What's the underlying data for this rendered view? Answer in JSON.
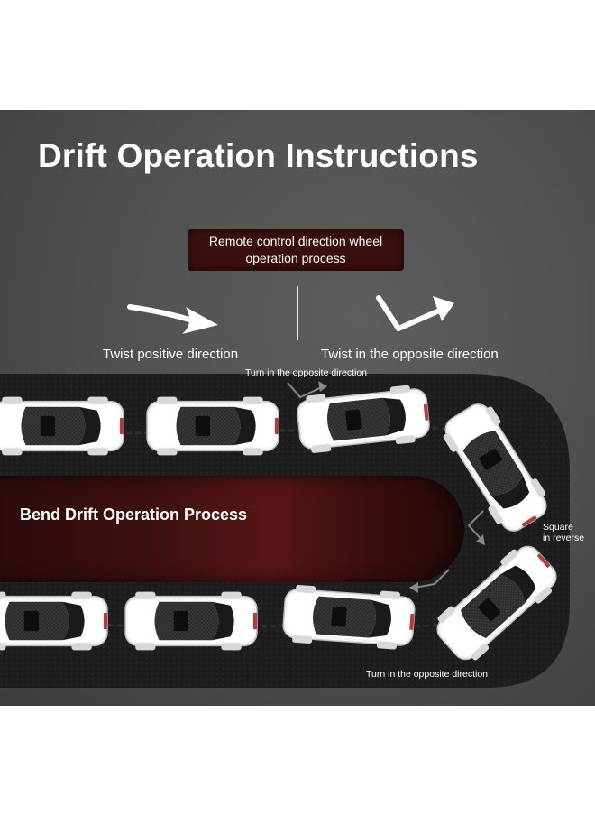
{
  "title": "Drift Operation Instructions",
  "remote_label": {
    "line1": "Remote control direction wheel",
    "line2": "operation process"
  },
  "twist_positive": "Twist positive direction",
  "twist_opposite": "Twist in the opposite direction",
  "turn_opposite_top": "Turn in the opposite direction",
  "center_label": "Bend Drift Operation Process",
  "square_reverse": {
    "line1": "Square",
    "line2": "in reverse"
  },
  "turn_opposite_bottom": "Turn in the opposite direction",
  "colors": {
    "background": "#4e4e4e",
    "track": "#1c1c1c",
    "label_box": "#3a0f0f",
    "center_panel": "#571616",
    "text": "#ffffff"
  },
  "icons": [
    "curved-arrow-icon",
    "check-arrow-icon",
    "direction-arrow-icon",
    "drift-car-icon"
  ]
}
